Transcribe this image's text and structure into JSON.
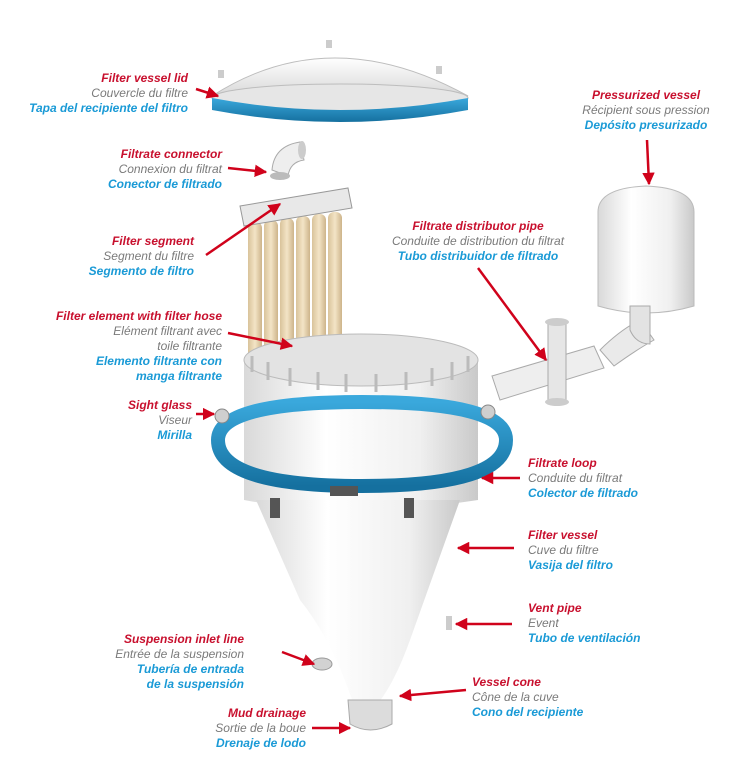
{
  "colors": {
    "en": "#c8102e",
    "fr": "#7a7a7a",
    "es": "#1a9ad6",
    "arrow": "#d0021b",
    "vessel_body": "#f1f1f1",
    "blue_ring": "#1f8cc4",
    "filter_hose": "#e8d6b3"
  },
  "labels": {
    "lid": {
      "en": "Filter vessel lid",
      "fr": "Couvercle du filtre",
      "es": "Tapa del recipiente del filtro"
    },
    "connector": {
      "en": "Filtrate connector",
      "fr": "Connexion du filtrat",
      "es": "Conector de filtrado"
    },
    "segment": {
      "en": "Filter segment",
      "fr": "Segment du filtre",
      "es": "Segmento de filtro"
    },
    "element": {
      "en": "Filter element with filter hose",
      "fr1": "Elément filtrant avec",
      "fr2": "toile filtrante",
      "es1": "Elemento filtrante con",
      "es2": "manga filtrante"
    },
    "sight": {
      "en": "Sight glass",
      "fr": "Viseur",
      "es": "Mirilla"
    },
    "suspension": {
      "en": "Suspension inlet line",
      "fr": "Entrée de la suspension",
      "es1": "Tubería de entrada",
      "es2": "de la suspensión"
    },
    "mud": {
      "en": "Mud drainage",
      "fr": "Sortie de la boue",
      "es": "Drenaje de lodo"
    },
    "pressurized": {
      "en": "Pressurized vessel",
      "fr": "Récipient sous pression",
      "es": "Depósito presurizado"
    },
    "distributor": {
      "en": "Filtrate distributor pipe",
      "fr": "Conduite de distribution du filtrat",
      "es": "Tubo distribuidor de filtrado"
    },
    "loop": {
      "en": "Filtrate loop",
      "fr": "Conduite du filtrat",
      "es": "Colector de filtrado"
    },
    "vessel": {
      "en": "Filter vessel",
      "fr": "Cuve du filtre",
      "es": "Vasija del filtro"
    },
    "vent": {
      "en": "Vent pipe",
      "fr": "Event",
      "es": "Tubo de ventilación"
    },
    "cone": {
      "en": "Vessel cone",
      "fr": "Cône de la cuve",
      "es": "Cono del recipiente"
    }
  }
}
